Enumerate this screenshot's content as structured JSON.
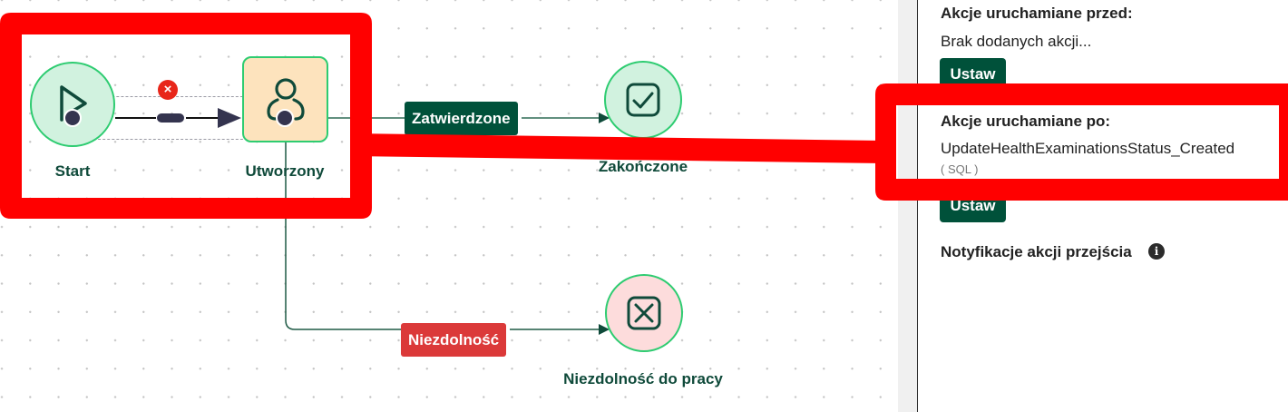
{
  "workflow": {
    "nodes": [
      {
        "id": "start",
        "label": "Start",
        "shape": "circle",
        "icon": "play-icon",
        "fill": "#d1f2df",
        "border": "#2ecc71"
      },
      {
        "id": "created",
        "label": "Utworzony",
        "shape": "rounded-square",
        "icon": "user-icon",
        "fill": "#fde3bd",
        "border": "#2ecc71"
      },
      {
        "id": "done",
        "label": "Zakończone",
        "shape": "circle",
        "icon": "checkbox-check-icon",
        "fill": "#d1f2df",
        "border": "#2ecc71"
      },
      {
        "id": "incapacity",
        "label": "Niezdolność do pracy",
        "shape": "circle",
        "icon": "checkbox-x-icon",
        "fill": "#fddcdc",
        "border": "#2ecc71"
      }
    ],
    "edges": [
      {
        "from": "start",
        "to": "created",
        "label": "",
        "selected": true
      },
      {
        "from": "created",
        "to": "done",
        "label": "Zatwierdzone",
        "color": "#00513a"
      },
      {
        "from": "created",
        "to": "incapacity",
        "label": "Niezdolność",
        "color": "#db3939"
      }
    ],
    "delete_icon": "×"
  },
  "panel": {
    "before_heading": "Akcje uruchamiane przed:",
    "before_value": "Brak dodanych akcji...",
    "before_button": "Ustaw",
    "after_heading": "Akcje uruchamiane po:",
    "after_value": "UpdateHealthExaminationsStatus_Created",
    "after_type": "( SQL )",
    "after_button": "Ustaw",
    "notifications_heading": "Notyfikacje akcji przejścia",
    "info_icon": "i"
  },
  "colors": {
    "accent": "#00513a",
    "danger": "#db3939",
    "annotation": "#ff0000",
    "node_border": "#2ecc71"
  }
}
